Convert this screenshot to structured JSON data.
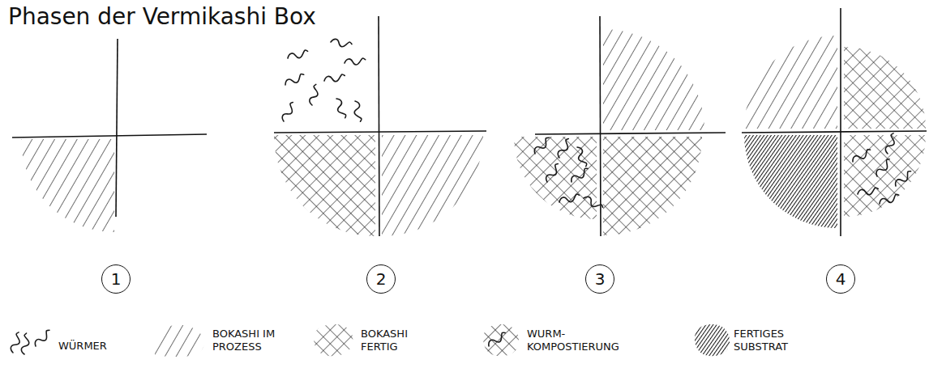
{
  "diagram": {
    "title": "Phasen der Vermikashi Box",
    "nodes": [
      {
        "text": [
          "1"
        ]
      },
      {
        "text": [
          "2"
        ]
      },
      {
        "text": [
          "3"
        ]
      },
      {
        "text": [
          "4"
        ]
      }
    ],
    "legend": [
      {
        "text": "WÜRMER"
      },
      {
        "text": "BOKASHI IM PROZESS"
      },
      {
        "text": "BOKASHI FERTIG"
      },
      {
        "text": "WURM- KOMPOSTIERUNG"
      },
      {
        "text": "FERTIGES SUBSTRAT"
      }
    ]
  }
}
